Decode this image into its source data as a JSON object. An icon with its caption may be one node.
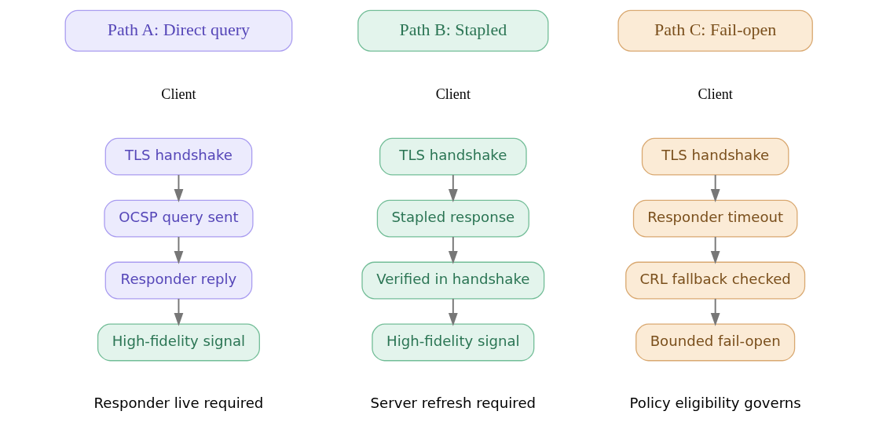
{
  "diagram": {
    "nodes": [
      {
        "text": [
          "Path A: Direct query"
        ]
      },
      {
        "text": [
          "TLS handshake"
        ]
      },
      {
        "text": [
          "OCSP query sent"
        ]
      },
      {
        "text": [
          "Responder reply"
        ]
      },
      {
        "text": [
          "High-fidelity signal"
        ]
      },
      {
        "text": [
          "Path B: Stapled"
        ]
      },
      {
        "text": [
          "TLS handshake"
        ]
      },
      {
        "text": [
          "Stapled response"
        ]
      },
      {
        "text": [
          "Verified in handshake"
        ]
      },
      {
        "text": [
          "High-fidelity signal"
        ]
      },
      {
        "text": [
          "Path C: Fail-open"
        ]
      },
      {
        "text": [
          "TLS handshake"
        ]
      },
      {
        "text": [
          "Responder timeout"
        ]
      },
      {
        "text": [
          "CRL fallback checked"
        ]
      },
      {
        "text": [
          "Bounded fail-open"
        ]
      }
    ],
    "edges": [
      {
        "from": 1,
        "to": 2,
        "arrow": "to"
      },
      {
        "from": 2,
        "to": 3,
        "arrow": "to"
      },
      {
        "from": 3,
        "to": 4,
        "arrow": "to"
      },
      {
        "from": 6,
        "to": 7,
        "arrow": "to"
      },
      {
        "from": 7,
        "to": 8,
        "arrow": "to"
      },
      {
        "from": 8,
        "to": 9,
        "arrow": "to"
      },
      {
        "from": 11,
        "to": 12,
        "arrow": "to"
      },
      {
        "from": 12,
        "to": 13,
        "arrow": "to"
      },
      {
        "from": 13,
        "to": 14,
        "arrow": "to"
      }
    ],
    "labels": [
      "Client",
      "Client",
      "Client",
      "Responder live required",
      "Server refresh required",
      "Policy eligibility governs"
    ]
  }
}
